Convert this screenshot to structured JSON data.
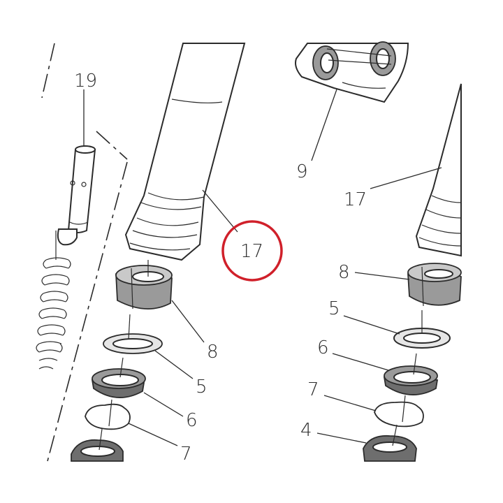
{
  "diagram": {
    "highlight_color": "#d0202a",
    "line_color": "#2b2b2b",
    "callouts": [
      {
        "id": "c19",
        "label": "19"
      },
      {
        "id": "c17-left",
        "label": "17"
      },
      {
        "id": "c8-left",
        "label": "8"
      },
      {
        "id": "c5-left",
        "label": "5"
      },
      {
        "id": "c6-left",
        "label": "6"
      },
      {
        "id": "c7-left",
        "label": "7"
      },
      {
        "id": "c9",
        "label": "9"
      },
      {
        "id": "c17-right",
        "label": "17"
      },
      {
        "id": "c8-right",
        "label": "8"
      },
      {
        "id": "c5-right",
        "label": "5"
      },
      {
        "id": "c6-right",
        "label": "6"
      },
      {
        "id": "c7-right",
        "label": "7"
      },
      {
        "id": "c4",
        "label": "4"
      }
    ]
  }
}
